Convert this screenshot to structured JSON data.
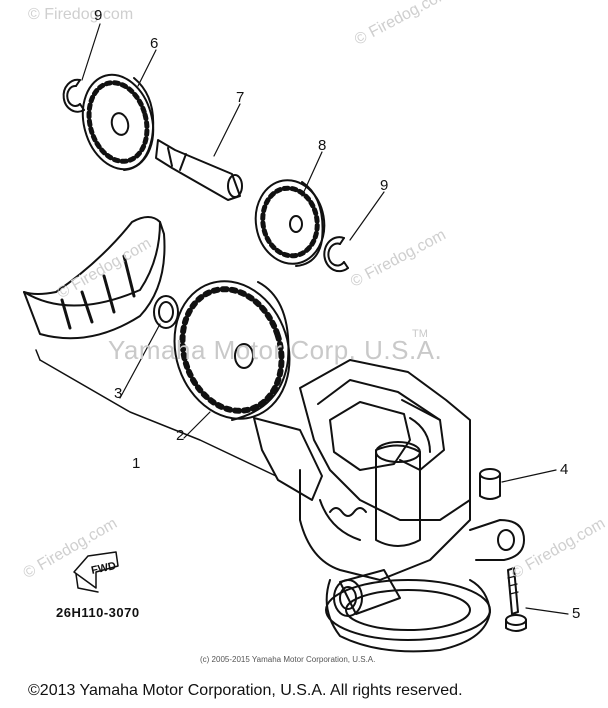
{
  "callouts": {
    "c9a": "9",
    "c6": "6",
    "c7": "7",
    "c8": "8",
    "c9b": "9",
    "c3": "3",
    "c2": "2",
    "c1": "1",
    "c4": "4",
    "c5": "5"
  },
  "watermarks": {
    "corp": "Yamaha Motor Corp. U.S.A.",
    "tm": "TM",
    "firedog": "© Firedog.com"
  },
  "diagram_code": "26H110-3070",
  "fwd_label": "FWD",
  "small_copyright": "(c) 2005-2015 Yamaha Motor Corporation, U.S.A.",
  "footer": "©2013 Yamaha Motor Corporation, U.S.A. All rights reserved."
}
